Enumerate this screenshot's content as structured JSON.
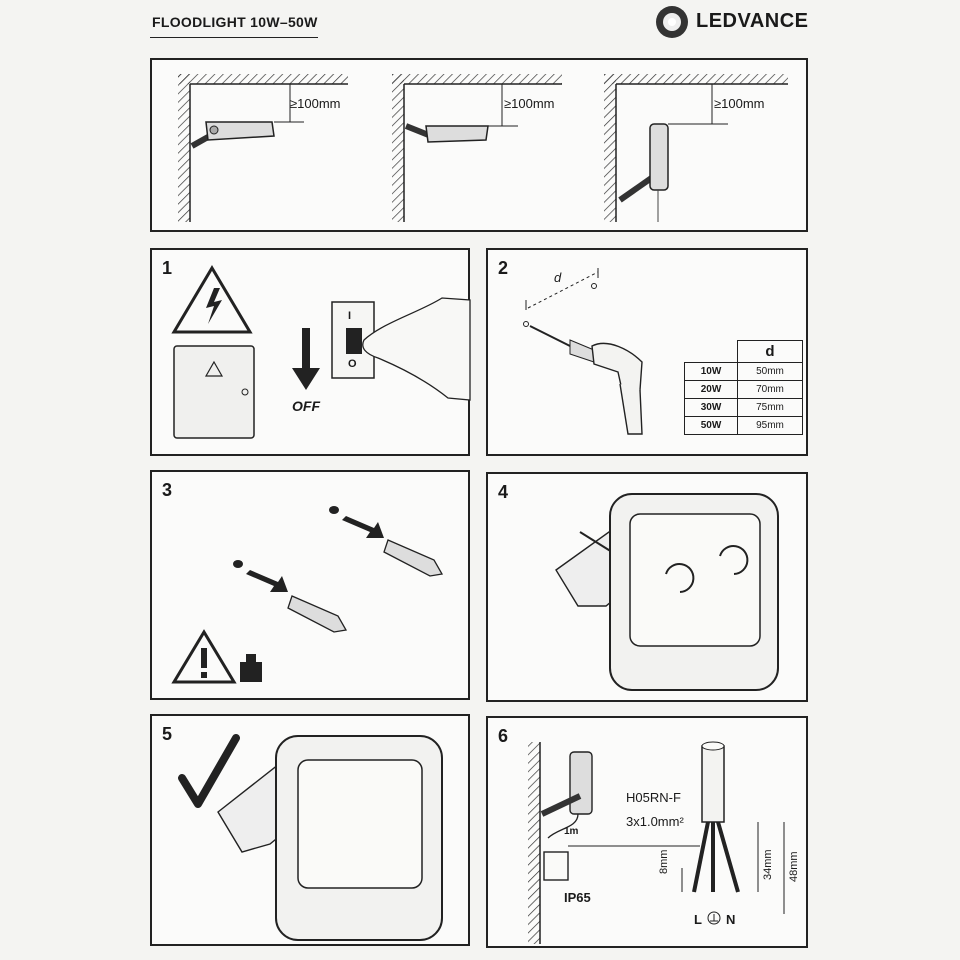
{
  "header": {
    "title": "FLOODLIGHT 10W–50W",
    "brand": "LEDVANCE"
  },
  "mounting": {
    "clearance_label": "≥100mm"
  },
  "step1": {
    "number": "1",
    "off_label": "OFF",
    "switch_on": "I",
    "switch_off": "O"
  },
  "step2": {
    "number": "2",
    "dim_label": "d",
    "table": {
      "header": "d",
      "rows": [
        {
          "watt": "10W",
          "d": "50mm"
        },
        {
          "watt": "20W",
          "d": "70mm"
        },
        {
          "watt": "30W",
          "d": "75mm"
        },
        {
          "watt": "50W",
          "d": "95mm"
        }
      ]
    }
  },
  "step3": {
    "number": "3"
  },
  "step4": {
    "number": "4"
  },
  "step5": {
    "number": "5"
  },
  "step6": {
    "number": "6",
    "cable_type": "H05RN-F",
    "cable_spec": "3x1.0mm²",
    "cable_length": "1m",
    "ip_rating": "IP65",
    "dim_8": "8mm",
    "dim_34": "34mm",
    "dim_48": "48mm",
    "terminal_l": "L",
    "terminal_n": "N"
  },
  "colors": {
    "ink": "#1a1a1a",
    "paper": "#fbfbfa"
  }
}
